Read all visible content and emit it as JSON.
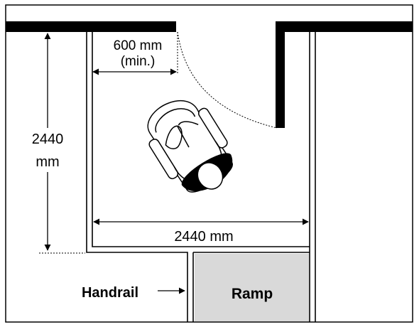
{
  "labels": {
    "door_clearance_value": "600 mm",
    "door_clearance_note": "(min.)",
    "landing_depth_value": "2440",
    "landing_depth_unit": "mm",
    "landing_width": "2440 mm",
    "handrail": "Handrail",
    "ramp": "Ramp"
  },
  "colors": {
    "line": "#000000",
    "wall": "#000000",
    "ramp_fill": "#d9d9d9",
    "background": "#ffffff"
  },
  "icons": {
    "person": "wheelchair-user-top-view-icon"
  }
}
